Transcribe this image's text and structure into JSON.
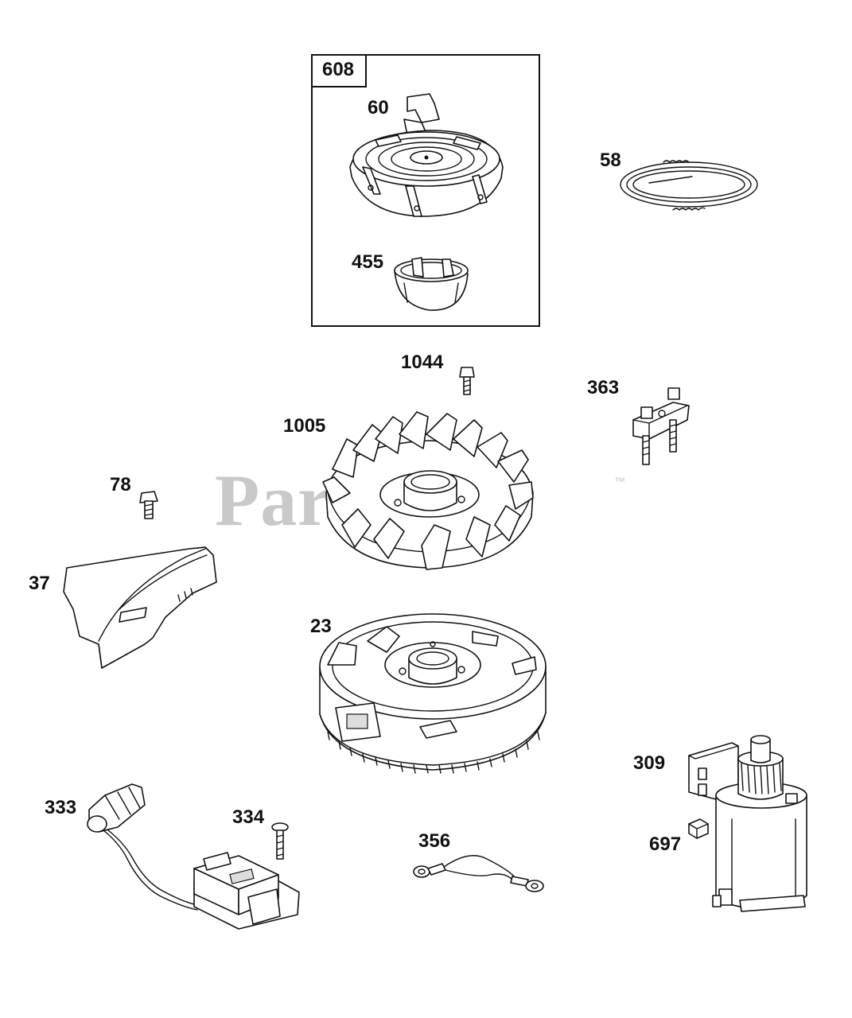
{
  "watermark": {
    "text": "PartsTree",
    "trademark": "™"
  },
  "kit": {
    "number": "608"
  },
  "parts": [
    {
      "id": "p60",
      "number": "60",
      "icon": "rewind-starter-icon"
    },
    {
      "id": "p58",
      "number": "58",
      "icon": "starter-rope-icon"
    },
    {
      "id": "p455",
      "number": "455",
      "icon": "starter-cup-icon"
    },
    {
      "id": "p1044",
      "number": "1044",
      "icon": "screw-icon"
    },
    {
      "id": "p363",
      "number": "363",
      "icon": "bracket-icon"
    },
    {
      "id": "p1005",
      "number": "1005",
      "icon": "fan-icon"
    },
    {
      "id": "p78",
      "number": "78",
      "icon": "bolt-icon"
    },
    {
      "id": "p37",
      "number": "37",
      "icon": "air-guide-icon"
    },
    {
      "id": "p23",
      "number": "23",
      "icon": "flywheel-icon"
    },
    {
      "id": "p309",
      "number": "309",
      "icon": "starter-motor-icon"
    },
    {
      "id": "p333",
      "number": "333",
      "icon": "ignition-armature-icon"
    },
    {
      "id": "p334",
      "number": "334",
      "icon": "screw-icon"
    },
    {
      "id": "p356",
      "number": "356",
      "icon": "ground-wire-icon"
    },
    {
      "id": "p697",
      "number": "697",
      "icon": "nut-icon"
    }
  ]
}
